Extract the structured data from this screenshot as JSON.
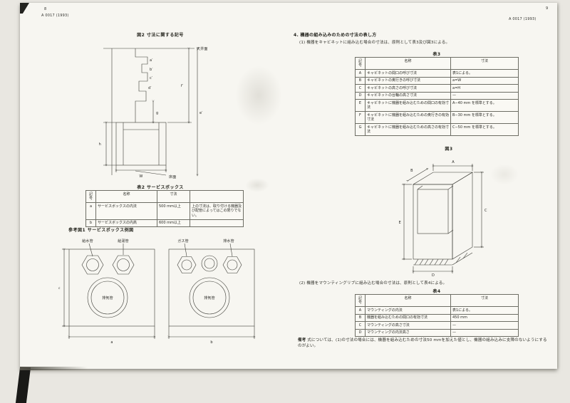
{
  "colors": {
    "ink": "#2a2a28",
    "line": "#3c3c36",
    "sheet": "#f7f6f1"
  },
  "left_page": {
    "page_number": "8",
    "doc_code": "A 0017 (1993)",
    "fig2": {
      "title": "図2 寸法に関する記号",
      "ceiling_label": "天井面",
      "floor_label": "床面",
      "dims": [
        "a′",
        "b′",
        "c′",
        "d′",
        "e′",
        "f′",
        "g",
        "h",
        "W"
      ]
    },
    "table2": {
      "title": "表2 サービスボックス",
      "headers": [
        "記号",
        "名称",
        "寸法",
        ""
      ],
      "rows": [
        [
          "a",
          "サービスボックスの内法",
          "500 mm以上",
          "上の寸法は、取り付ける機器及び配管によってはこの限りでない。"
        ],
        [
          "b",
          "サービスボックスの内高",
          "600 mm以上",
          ""
        ]
      ]
    },
    "ref_fig": {
      "title": "参考図1 サービスボックス例図",
      "box1_labels": [
        "給水管",
        "給湯管"
      ],
      "box2_labels": [
        "ガス管",
        "排水管"
      ],
      "circle1_label": "排気管",
      "circle2_label": "排気管",
      "dims": [
        "a",
        "b",
        "c"
      ]
    }
  },
  "right_page": {
    "page_number": "9",
    "doc_code": "A 0017 (1993)",
    "section4": {
      "heading": "4. 機器の組み込みのための寸法の表し方",
      "para1": "(1) 機器をキャビネットに組み込む場合の寸法は、原則として表3及び図3による。"
    },
    "table3": {
      "title": "表3",
      "headers": [
        "記号",
        "名称",
        "寸法"
      ],
      "rows": [
        [
          "A",
          "キャビネットの間口の呼び寸法",
          "表1による。"
        ],
        [
          "B",
          "キャビネットの奥行きの呼び寸法",
          "a=W"
        ],
        [
          "C",
          "キャビネットの高さの呼び寸法",
          "a=H"
        ],
        [
          "D",
          "キャビネットの台輪の高さ寸法",
          "—"
        ],
        [
          "E",
          "キャビネットに機器を組み込むための間口の有効寸法",
          "A−40 mm を標準とする。"
        ],
        [
          "F",
          "キャビネットに機器を組み込むための奥行きの有効寸法",
          "B−30 mm を標準とする。"
        ],
        [
          "G",
          "キャビネットに機器を組み込むための高さの有効寸法",
          "C−50 mm を標準とする。"
        ]
      ]
    },
    "fig3": {
      "title": "図3",
      "dims": [
        "A",
        "B",
        "C",
        "D",
        "E"
      ]
    },
    "para2": "(2) 機器をマウンティングリブに組み込む場合の寸法は、原則として表4による。",
    "table4": {
      "title": "表4",
      "headers": [
        "記号",
        "名称",
        "寸法"
      ],
      "rows": [
        [
          "A",
          "マウンティングの内法",
          "表1による。"
        ],
        [
          "B",
          "機器を組み込むための間口の有効寸法",
          "450 mm"
        ],
        [
          "C",
          "マウンティングの高さ寸法",
          "—"
        ],
        [
          "D",
          "マウンティングの内法高さ",
          "—"
        ]
      ]
    },
    "note_label": "備考",
    "note_text": "式については、(1)の寸法の場合には、機器を組み込むための寸法50 mmを加えた値とし、機器の組み込みに支障のないようにするのがよい。"
  }
}
